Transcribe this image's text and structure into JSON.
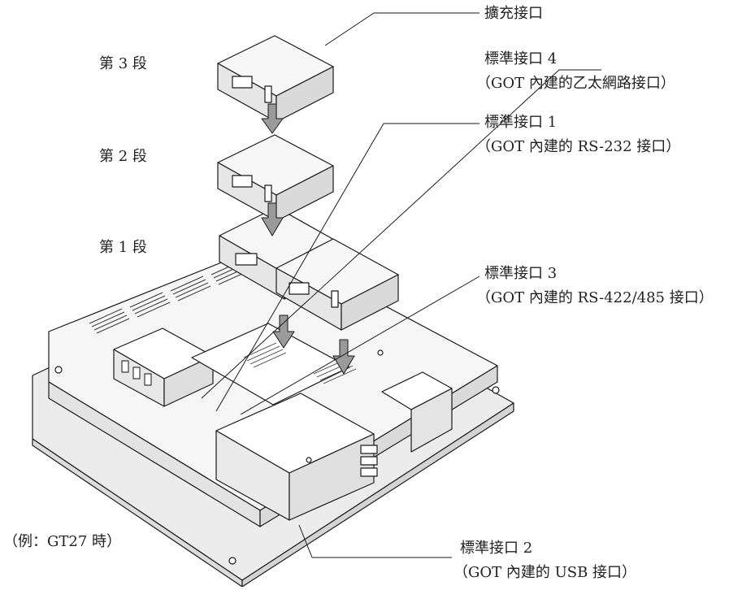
{
  "stage_labels": {
    "stage3": "第 3 段",
    "stage2": "第 2 段",
    "stage1": "第 1 段"
  },
  "callouts": {
    "expansion": {
      "title": "擴充接口"
    },
    "if4": {
      "title": "標準接口 4",
      "subtitle": "（GOT 內建的乙太網路接口）"
    },
    "if1": {
      "title": "標準接口 1",
      "subtitle": "（GOT 內建的 RS-232 接口）"
    },
    "if3": {
      "title": "標準接口 3",
      "subtitle": "（GOT 內建的 RS-422/485 接口）"
    },
    "if2": {
      "title": "標準接口 2",
      "subtitle": "（GOT 內建的 USB 接口）"
    }
  },
  "note": "（例：GT27 時）",
  "colors": {
    "line": "#1a1a1a",
    "arrow_fill": "#9a9a9a",
    "body_fill": "#f2f2f2",
    "vent": "#3a3a3a"
  }
}
